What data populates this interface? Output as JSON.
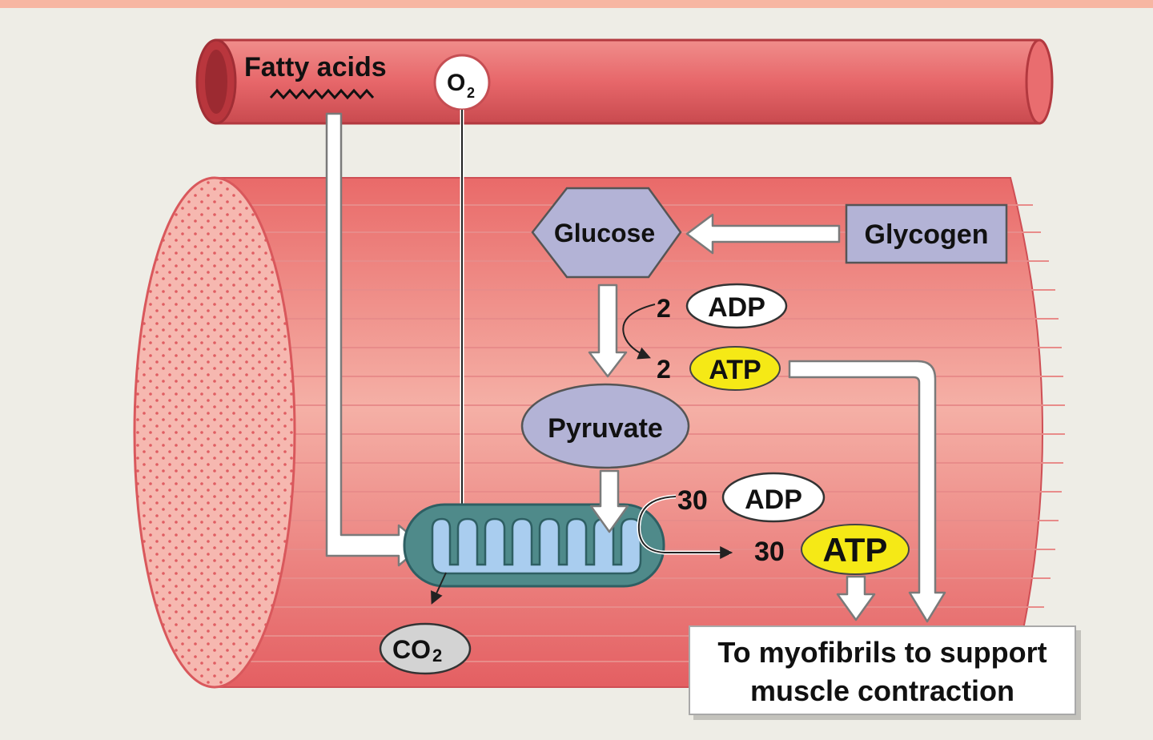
{
  "labels": {
    "fatty_acids": "Fatty acids",
    "oxygen": "O",
    "oxygen_sub": "2",
    "glucose": "Glucose",
    "glycogen": "Glycogen",
    "adp_small_count": "2",
    "adp_small": "ADP",
    "atp_small_count": "2",
    "atp_small": "ATP",
    "pyruvate": "Pyruvate",
    "adp_large_count": "30",
    "adp_large": "ADP",
    "atp_large_count": "30",
    "atp_large": "ATP",
    "co2": "CO",
    "co2_sub": "2",
    "caption_line1": "To myofibrils to support",
    "caption_line2": "muscle contraction"
  },
  "colors": {
    "blood_vessel": "#e8676a",
    "muscle_fiber": "#ea7b78",
    "muscle_end": "#f4a9a2",
    "mitochondrion_outer": "#4f8a8a",
    "mitochondrion_inner": "#a9cdef",
    "glucose_fill": "#b3b3d6",
    "atp_fill": "#f5e916",
    "co2_fill": "#d3d3d3",
    "top_band": "#f7b6a2"
  }
}
